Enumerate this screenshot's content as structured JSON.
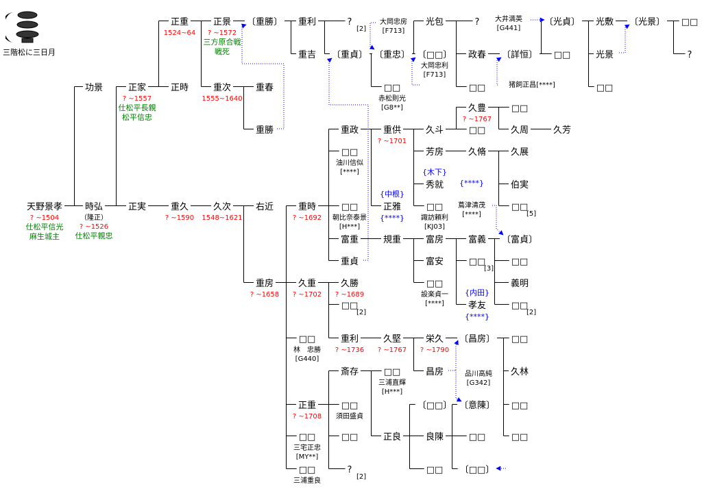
{
  "crest": {
    "label": "三階松に三日月"
  },
  "persons": {
    "amano": {
      "name": "天野景孝",
      "dates": "?  ~1504",
      "green": [
        "仕松平信光",
        "麻生城主"
      ]
    },
    "isakage": {
      "name": "功景"
    },
    "tokihiro": {
      "name": "時弘",
      "black": [
        "（隆正）"
      ],
      "dates": "?  ~1526",
      "green": [
        "仕松平親忠"
      ]
    },
    "masaie": {
      "name": "正家",
      "dates": "?  ~1557",
      "green": [
        "仕松平長親",
        "松平信忠"
      ]
    },
    "masazane": {
      "name": "正実"
    },
    "masashige1": {
      "name": "正重",
      "dates": "1524~64"
    },
    "masatoki": {
      "name": "正時"
    },
    "shigehisa": {
      "name": "重久",
      "dates": "?  ~1590"
    },
    "masakage": {
      "name": "正景",
      "dates": "?  ~1572",
      "green": [
        "三方原合戦",
        "戦死"
      ]
    },
    "shigetsugu": {
      "name": "重次",
      "dates": "1555~1640"
    },
    "hisatsugu": {
      "name": "久次",
      "dates": "1548~1621"
    },
    "shigekatsu_b": {
      "name": "〔重勝〕"
    },
    "shigeharu": {
      "name": "重春"
    },
    "shigekatsu": {
      "name": "重勝"
    },
    "ukon": {
      "name": "右近"
    },
    "shigefusa": {
      "name": "重房",
      "dates": "?  ~1658"
    },
    "shigetoshi1": {
      "name": "重利"
    },
    "shigeyoshi": {
      "name": "重吉"
    },
    "shigetoki": {
      "name": "重時",
      "dates": "?  ~1692"
    },
    "hisashige": {
      "name": "久重",
      "dates": "?  ~1702"
    },
    "u_hayashi": {
      "name": "□□",
      "black": [
        "林　忠勝",
        "[G440]"
      ]
    },
    "masashige2": {
      "name": "正重",
      "dates": "?  ~1708"
    },
    "u_miyake": {
      "name": "□□",
      "black": [
        "三宅正忠",
        "[MY**]"
      ]
    },
    "u_miura": {
      "name": "□□",
      "black": [
        "三浦重良"
      ]
    },
    "q1": {
      "name": "?",
      "ref": "[2]"
    },
    "shigesada_b": {
      "name": "〔重貞〕"
    },
    "shigemasa": {
      "name": "重政"
    },
    "u_aburakawa": {
      "name": "□□",
      "black": [
        "油川信似",
        "[****]"
      ]
    },
    "u_asahina": {
      "name": "□□",
      "black": [
        "朝比奈泰景",
        "[H***]"
      ]
    },
    "tomishige": {
      "name": "富重"
    },
    "shigesada": {
      "name": "重貞"
    },
    "hisakatsu": {
      "name": "久勝",
      "dates": "?  ~1689"
    },
    "u_a": {
      "name": "□□",
      "ref": "[2]"
    },
    "shigetoshi2": {
      "name": "重利",
      "dates": "?  ~1736"
    },
    "saison": {
      "name": "斎存"
    },
    "u_suda": {
      "name": "□□",
      "black": [
        "須田盛貞"
      ]
    },
    "u_b": {
      "name": "□□"
    },
    "q2": {
      "name": "?",
      "ref": "[2]"
    },
    "shigetada_b": {
      "name": "〔重忠〕"
    },
    "u_akamatsu": {
      "name": "□□",
      "black": [
        "赤松則光",
        "[G8**]"
      ]
    },
    "shigetomo": {
      "name": "重供",
      "dates": "?  ~1701"
    },
    "masamasa": {
      "name": "正雅",
      "above": "{中根}",
      "blue": [
        "{****}"
      ]
    },
    "norishige": {
      "name": "規重"
    },
    "hisakata": {
      "name": "久堅",
      "dates": "?  ~1767"
    },
    "u_miura2": {
      "name": "□□",
      "black": [
        "三浦直輝",
        "[H***]"
      ]
    },
    "masayoshi": {
      "name": "正良"
    },
    "mitsukane": {
      "name": "光包"
    },
    "u_ooka_b": {
      "name": "〔□□〕",
      "black": [
        "大岡忠利",
        "[F713]"
      ]
    },
    "hisato": {
      "name": "久斗"
    },
    "yoshifusa": {
      "name": "芳房"
    },
    "hidenari": {
      "name": "秀就",
      "above": "{木下}",
      "right": "{****}"
    },
    "u_suwa": {
      "name": "□□",
      "black": [
        "諏訪頼利",
        "[KJ03]"
      ]
    },
    "tomifusa": {
      "name": "富房"
    },
    "tomiyasu": {
      "name": "富安"
    },
    "u_shitara": {
      "name": "□□",
      "black": [
        "設楽貞一",
        "[****]"
      ]
    },
    "eikyu": {
      "name": "栄久",
      "dates": "?  ~1790"
    },
    "masafusa": {
      "name": "昌房"
    },
    "u_c_b": {
      "name": "〔□□〕"
    },
    "yoshinobu": {
      "name": "良陳"
    },
    "u_d": {
      "name": "□□"
    },
    "q3": {
      "name": "?"
    },
    "masaharu": {
      "name": "政春"
    },
    "u_e": {
      "name": "□□"
    },
    "hisatoyo": {
      "name": "久豊",
      "dates": "?  ~1767"
    },
    "u_f": {
      "name": "□□"
    },
    "hisanaga": {
      "name": "久脩"
    },
    "tomiyoshi": {
      "name": "富義"
    },
    "u_g": {
      "name": "□□",
      "ref": "[3]"
    },
    "takatomo": {
      "name": "孝友",
      "above": "{内田}",
      "blue": [
        "{****}"
      ]
    },
    "masafusa_b": {
      "name": "〔昌房〕"
    },
    "inobu_b": {
      "name": "〔意陳〕"
    },
    "u_h": {
      "name": "□□"
    },
    "u_i_b": {
      "name": "〔□□〕"
    },
    "tsunetsune_b": {
      "name": "〔詳恒〕"
    },
    "u_j": {
      "name": "□□"
    },
    "hisachika": {
      "name": "久周"
    },
    "hisanobu": {
      "name": "久展"
    },
    "hakujitsu": {
      "name": "伯実"
    },
    "u_k": {
      "name": "□□",
      "ref": "[5]"
    },
    "tomisada_b": {
      "name": "〔富貞〕"
    },
    "u_l": {
      "name": "□□"
    },
    "yoshiaki": {
      "name": "義明"
    },
    "u_m": {
      "name": "□□",
      "ref": "[2]"
    },
    "u_n": {
      "name": "□□"
    },
    "hisashige2": {
      "name": "久林"
    },
    "u_o": {
      "name": "□□"
    },
    "u_p": {
      "name": "□□"
    },
    "mitsusada_b": {
      "name": "〔光貞〕"
    },
    "u_q": {
      "name": "□□"
    },
    "hisayoshi": {
      "name": "久芳"
    },
    "mitsunobu": {
      "name": "光敷"
    },
    "mitsukage": {
      "name": "光景"
    },
    "u_r": {
      "name": "□□"
    },
    "mitsukage_b": {
      "name": "〔光景〕"
    },
    "u_s": {
      "name": "□□"
    },
    "q4": {
      "name": "?"
    }
  },
  "free_labels": {
    "ooka_tadafusa": [
      "大岡忠房",
      "[F713]"
    ],
    "oi_mitsuhide": [
      "大井満英",
      "[G441]"
    ],
    "ikai_masaaki": [
      "猪飼正昌[****]"
    ],
    "tsuta_kiyoshige": [
      "蔦津清茂",
      "[****]"
    ],
    "shinagawa_takazumi": [
      "品川高純",
      "[G342]"
    ]
  },
  "colors": {
    "dates": "#ff0000",
    "notes": "#008000",
    "adoption": "#0000ff",
    "lines": "#000000"
  }
}
